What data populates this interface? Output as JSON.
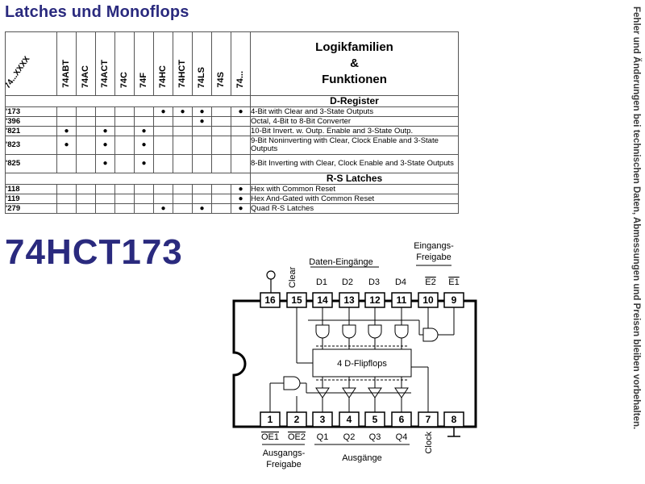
{
  "title": "Latches und Monoflops",
  "side_note": "Fehler und Änderungen bei technischen Daten, Abmessungen und Preisen bleiben vorbehalten.",
  "table": {
    "corner_label": "74...XXXX",
    "family_columns": [
      "74ABT",
      "74AC",
      "74ACT",
      "74C",
      "74F",
      "74HC",
      "74HCT",
      "74LS",
      "74S",
      "74..."
    ],
    "function_header_lines": [
      "Logikfamilien",
      "&",
      "Funktionen"
    ],
    "sections": [
      {
        "title": "D-Register",
        "rows": [
          {
            "code": "'173",
            "dots": [
              false,
              false,
              false,
              false,
              false,
              true,
              true,
              true,
              false,
              true
            ],
            "desc": "4-Bit with Clear and 3-State Outputs"
          },
          {
            "code": "'396",
            "dots": [
              false,
              false,
              false,
              false,
              false,
              false,
              false,
              true,
              false,
              false
            ],
            "desc": "Octal, 4-Bit to 8-Bit Converter"
          },
          {
            "code": "'821",
            "dots": [
              true,
              false,
              true,
              false,
              true,
              false,
              false,
              false,
              false,
              false
            ],
            "desc": "10-Bit Invert. w. Outp. Enable and 3-State Outp."
          },
          {
            "code": "'823",
            "dots": [
              true,
              false,
              true,
              false,
              true,
              false,
              false,
              false,
              false,
              false
            ],
            "desc": "9-Bit Noninverting with Clear, Clock Enable and 3-State Outputs"
          },
          {
            "code": "'825",
            "dots": [
              false,
              false,
              true,
              false,
              true,
              false,
              false,
              false,
              false,
              false
            ],
            "desc": "8-Bit Inverting with Clear, Clock Enable and 3-State Outputs"
          }
        ]
      },
      {
        "title": "R-S Latches",
        "rows": [
          {
            "code": "'118",
            "dots": [
              false,
              false,
              false,
              false,
              false,
              false,
              false,
              false,
              false,
              true
            ],
            "desc": "Hex with Common Reset"
          },
          {
            "code": "'119",
            "dots": [
              false,
              false,
              false,
              false,
              false,
              false,
              false,
              false,
              false,
              true
            ],
            "desc": "Hex And-Gated with Common Reset"
          },
          {
            "code": "'279",
            "dots": [
              false,
              false,
              false,
              false,
              false,
              true,
              false,
              true,
              false,
              true
            ],
            "desc": "Quad R-S Latches"
          }
        ]
      }
    ]
  },
  "part_number": "74HCT173",
  "pinout": {
    "chip_label": "4 D-Flipflops",
    "top_pins": [
      "16",
      "15",
      "14",
      "13",
      "12",
      "11",
      "10",
      "9"
    ],
    "bottom_pins": [
      "1",
      "2",
      "3",
      "4",
      "5",
      "6",
      "7",
      "8"
    ],
    "top_signals": {
      "clear": "Clear",
      "d1": "D1",
      "d2": "D2",
      "d3": "D3",
      "d4": "D4",
      "e2": "E2",
      "e1": "E1"
    },
    "bottom_signals": {
      "oe1": "OE1",
      "oe2": "OE2",
      "q1": "Q1",
      "q2": "Q2",
      "q3": "Q3",
      "q4": "Q4",
      "clock": "Clock"
    },
    "group_labels": {
      "data_inputs": "Daten-Eingänge",
      "input_enable_1": "Eingangs-",
      "input_enable_2": "Freigabe",
      "output_enable_1": "Ausgangs-",
      "output_enable_2": "Freigabe",
      "outputs": "Ausgänge"
    }
  }
}
